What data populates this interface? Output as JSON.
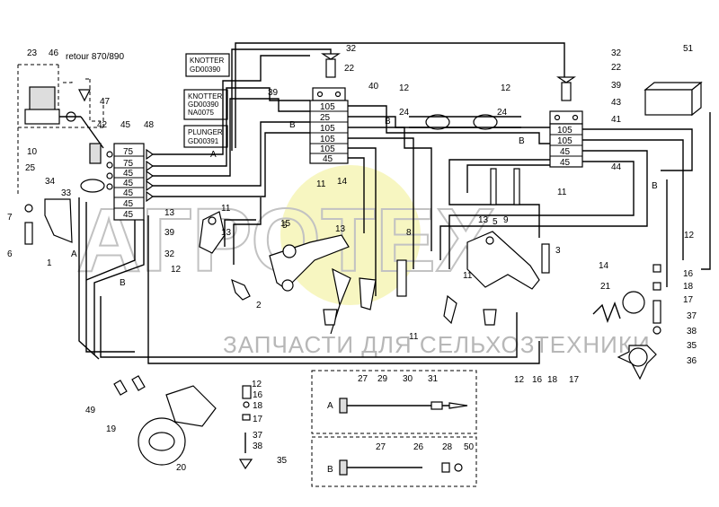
{
  "title": "retour 870/890",
  "boxes": {
    "knotter1": [
      "KNOTTER",
      "GD00390"
    ],
    "knotter2": [
      "KNOTTER",
      "GD00390",
      "NA0075"
    ],
    "plunger": [
      "PLUNGER",
      "GD00391"
    ]
  },
  "manifold_left": [
    "75",
    "75",
    "45",
    "45",
    "45",
    "45",
    "45"
  ],
  "manifold_center": [
    "105",
    "25",
    "105",
    "105",
    "105",
    "45"
  ],
  "manifold_right": [
    "105",
    "105",
    "45",
    "45"
  ],
  "circuit_letters": {
    "a": "A",
    "b": "B"
  },
  "part_numbers": [
    "1",
    "2",
    "3",
    "5",
    "6",
    "7",
    "8",
    "9",
    "10",
    "11",
    "12",
    "13",
    "14",
    "15",
    "16",
    "17",
    "18",
    "19",
    "20",
    "21",
    "22",
    "23",
    "24",
    "25",
    "26",
    "27",
    "28",
    "29",
    "30",
    "31",
    "32",
    "33",
    "34",
    "35",
    "36",
    "37",
    "38",
    "39",
    "40",
    "41",
    "42",
    "43",
    "44",
    "45",
    "46",
    "47",
    "48",
    "49",
    "50",
    "51"
  ],
  "watermark": {
    "brand": "АГРОТЕХ",
    "tagline": "ЗАПЧАСТИ ДЛЯ СЕЛЬХОЗТЕХНИКИ"
  }
}
